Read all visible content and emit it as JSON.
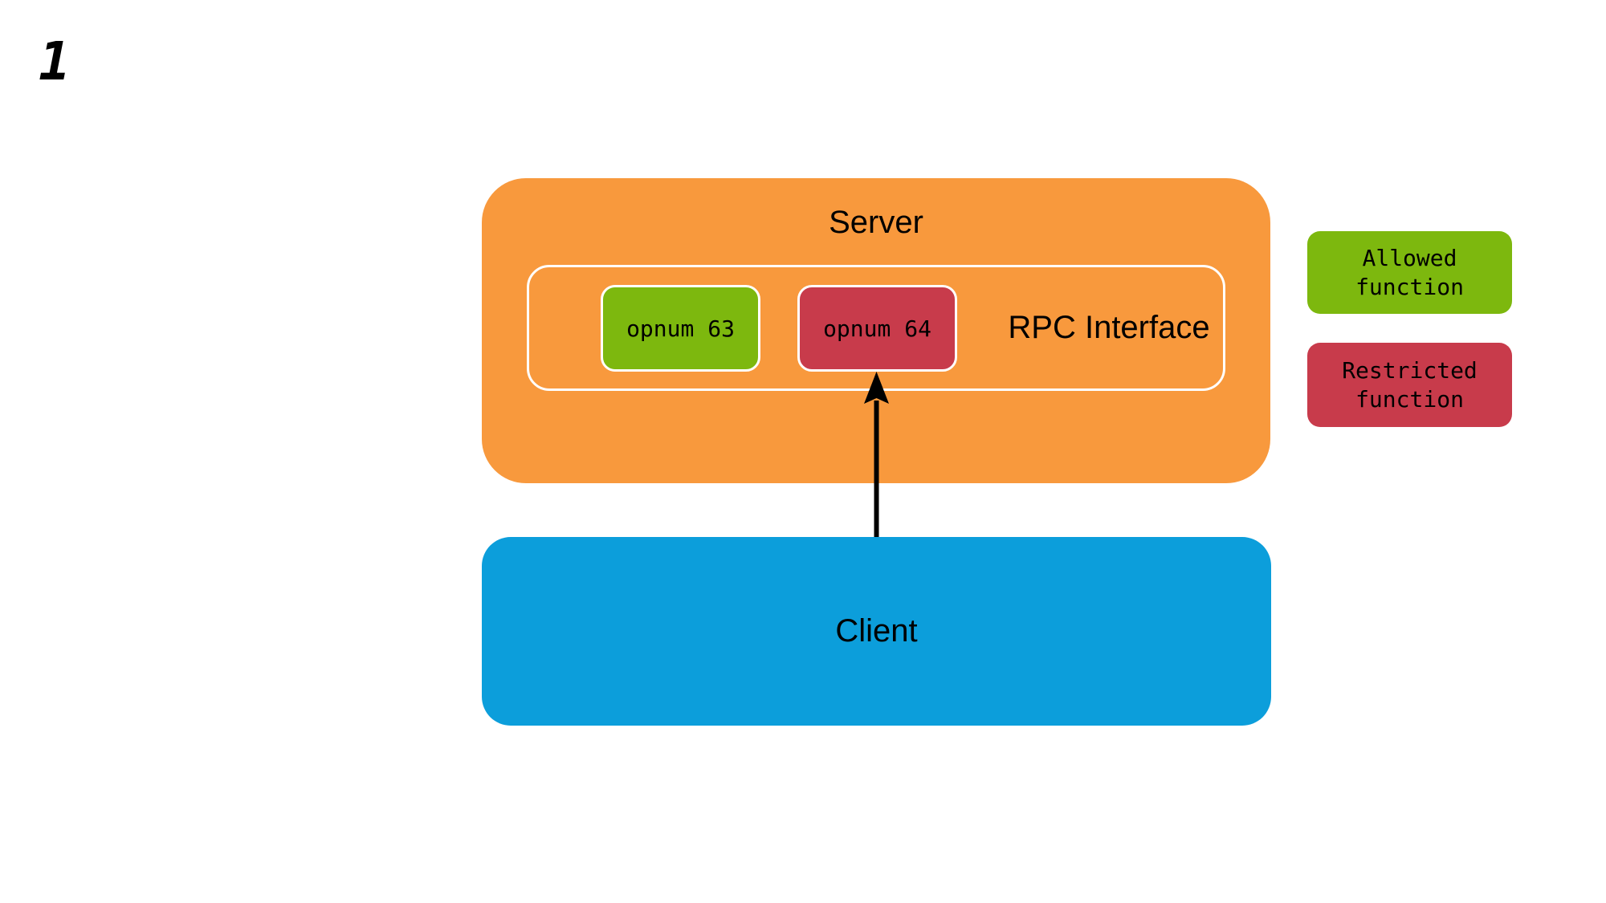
{
  "page": {
    "background_color": "#FFFFFF",
    "slide_number": "1"
  },
  "colors": {
    "server_orange": "#F8993D",
    "allowed_green": "#7DB80E",
    "restricted_red": "#C83B4B",
    "client_blue": "#0C9EDB",
    "border_white": "#FFFFFF",
    "arrow_black": "#000000",
    "text_black": "#000000"
  },
  "diagram": {
    "server": {
      "label": "Server",
      "color": "#F8993D"
    },
    "rpc_interface": {
      "label": "RPC Interface"
    },
    "opnums": [
      {
        "label": "opnum 63",
        "type": "allowed",
        "color": "#7DB80E"
      },
      {
        "label": "opnum 64",
        "type": "restricted",
        "color": "#C83B4B"
      }
    ],
    "client": {
      "label": "Client",
      "color": "#0C9EDB"
    },
    "arrow": {
      "from": "Client",
      "to": "opnum 64",
      "color": "#000000"
    }
  },
  "legend": [
    {
      "label": "Allowed\nfunction",
      "color": "#7DB80E"
    },
    {
      "label": "Restricted\nfunction",
      "color": "#C83B4B"
    }
  ]
}
